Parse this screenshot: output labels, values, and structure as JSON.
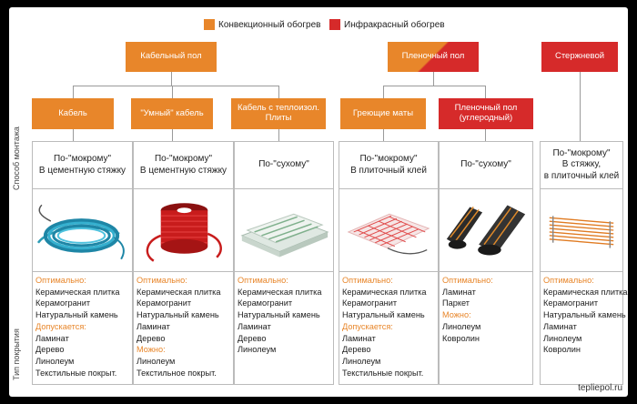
{
  "legend": {
    "convection": {
      "label": "Конвекционный обогрев",
      "color": "#e8862a"
    },
    "infrared": {
      "label": "Инфракрасный обогрев",
      "color": "#d62a2a"
    }
  },
  "groups": {
    "cable": "Кабельный пол",
    "film": "Пленочный пол",
    "rod": "Стержневой"
  },
  "subtypes": [
    "Кабель",
    "\"Умный\" кабель",
    "Кабель с теплоизол. Плиты",
    "Греющие маты",
    "Пленочный пол (углеродный)"
  ],
  "row_labels": {
    "mount": "Способ монтажа",
    "cover": "Тип покрытия"
  },
  "columns": [
    {
      "mount": [
        "По-\"мокрому\"",
        "В цементную стяжку"
      ],
      "image": "blue-cable-coil",
      "cover": [
        {
          "t": "Оптимально:",
          "h": true
        },
        {
          "t": "Керамическая плитка"
        },
        {
          "t": "Керамогранит"
        },
        {
          "t": "Натуральный камень"
        },
        {
          "t": "Допускается:",
          "h": true
        },
        {
          "t": "Ламинат"
        },
        {
          "t": "Дерево"
        },
        {
          "t": "Линолеум"
        },
        {
          "t": "Текстильные покрыт."
        }
      ]
    },
    {
      "mount": [
        "По-\"мокрому\"",
        "В цементную стяжку"
      ],
      "image": "red-cable-spool",
      "cover": [
        {
          "t": "Оптимально:",
          "h": true
        },
        {
          "t": "Керамическая плитка"
        },
        {
          "t": "Керамогранит"
        },
        {
          "t": "Натуральный камень"
        },
        {
          "t": "Ламинат"
        },
        {
          "t": "Дерево"
        },
        {
          "t": "Можно:",
          "h": true
        },
        {
          "t": "Линолеум"
        },
        {
          "t": "Текстильное покрыт."
        }
      ]
    },
    {
      "mount": [
        "По-\"сухому\""
      ],
      "image": "insulation-plates",
      "cover": [
        {
          "t": "Оптимально:",
          "h": true
        },
        {
          "t": "Керамическая плитка"
        },
        {
          "t": "Керамогранит"
        },
        {
          "t": "Натуральный камень"
        },
        {
          "t": "Ламинат"
        },
        {
          "t": "Дерево"
        },
        {
          "t": "Линолеум"
        }
      ]
    },
    {
      "mount": [
        "По-\"мокрому\"",
        "В плиточный клей"
      ],
      "image": "heating-mat",
      "cover": [
        {
          "t": "Оптимально:",
          "h": true
        },
        {
          "t": "Керамическая плитка"
        },
        {
          "t": "Керамогранит"
        },
        {
          "t": "Натуральный камень"
        },
        {
          "t": "Допускается:",
          "h": true
        },
        {
          "t": "Ламинат"
        },
        {
          "t": "Дерево"
        },
        {
          "t": "Линолеум"
        },
        {
          "t": "Текстильные покрыт."
        }
      ]
    },
    {
      "mount": [
        "По-\"сухому\""
      ],
      "image": "film-rolls",
      "cover": [
        {
          "t": "Оптимально:",
          "h": true
        },
        {
          "t": "Ламинат"
        },
        {
          "t": "Паркет"
        },
        {
          "t": "Можно:",
          "h": true
        },
        {
          "t": "Линолеум"
        },
        {
          "t": "Ковролин"
        }
      ]
    },
    {
      "mount": [
        "По-\"мокрому\"",
        "В стяжку,",
        "в плиточный клей"
      ],
      "image": "rod-mat",
      "cover": [
        {
          "t": "Оптимально:",
          "h": true
        },
        {
          "t": "Керамическая плитка"
        },
        {
          "t": "Керамогранит"
        },
        {
          "t": "Натуральный камень"
        },
        {
          "t": "Ламинат"
        },
        {
          "t": "Линолеум"
        },
        {
          "t": "Ковролин"
        }
      ]
    }
  ],
  "site": "tepliepol.ru"
}
